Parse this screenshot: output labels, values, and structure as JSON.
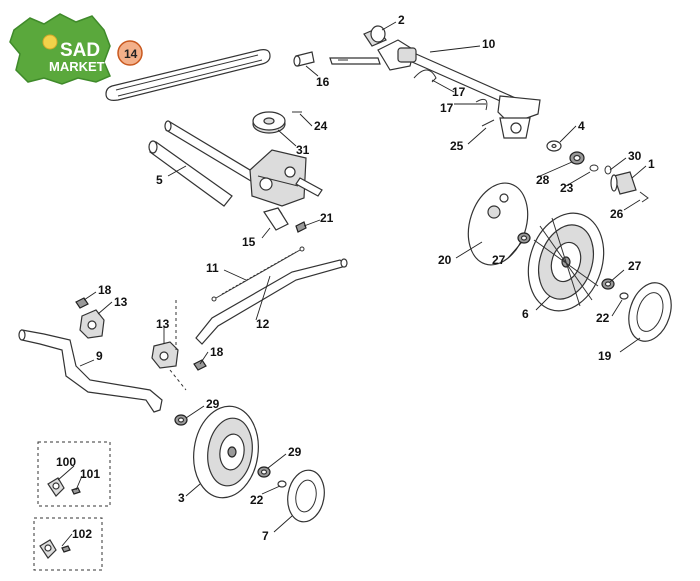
{
  "logo": {
    "line1": "SAD",
    "line2": "MARKET",
    "badge": "14"
  },
  "labels": {
    "p2": "2",
    "p10": "10",
    "p16": "16",
    "p17a": "17",
    "p17b": "17",
    "p24": "24",
    "p31": "31",
    "p25": "25",
    "p4": "4",
    "p5": "5",
    "p28": "28",
    "p23": "23",
    "p30": "30",
    "p1": "1",
    "p26": "26",
    "p21": "21",
    "p15": "15",
    "p20": "20",
    "p27a": "27",
    "p27b": "27",
    "p11": "11",
    "p6": "6",
    "p22a": "22",
    "p18a": "18",
    "p13a": "13",
    "p12": "12",
    "p19": "19",
    "p13b": "13",
    "p9": "9",
    "p18b": "18",
    "p29a": "29",
    "p29b": "29",
    "p100": "100",
    "p101": "101",
    "p3": "3",
    "p22b": "22",
    "p7": "7",
    "p102": "102"
  },
  "colors": {
    "logo_green": "#5aa83c",
    "logo_green_dark": "#3f8a2a",
    "badge_fill": "#f3b08a",
    "badge_stroke": "#c9591f"
  }
}
